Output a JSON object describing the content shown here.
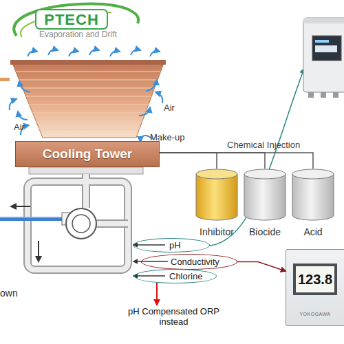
{
  "diagram": {
    "nodes": [
      {
        "text": [
          "Cooling Tower"
        ]
      },
      {
        "text": [
          "Inhibitor"
        ]
      },
      {
        "text": [
          "Biocide"
        ]
      },
      {
        "text": [
          "Acid"
        ]
      },
      {
        "text": [
          "pH"
        ]
      },
      {
        "text": [
          "Conductivity"
        ]
      },
      {
        "text": [
          "Chlorine"
        ]
      },
      {
        "text": [
          "123.8",
          "YOKOGAWA"
        ]
      }
    ],
    "edges": [
      {
        "from": 1,
        "to": 0,
        "arrow": "none",
        "label": "Chemical Injection"
      },
      {
        "from": 2,
        "to": 0,
        "arrow": "none"
      },
      {
        "from": 3,
        "to": 0,
        "arrow": "none"
      },
      {
        "from": 5,
        "to": 7,
        "arrow": "to"
      }
    ],
    "labels": [
      "PTECH",
      "Evaporation and Drift",
      "Air",
      "Air",
      "Make-up",
      "own",
      "pH Compensated ORP instead"
    ]
  }
}
